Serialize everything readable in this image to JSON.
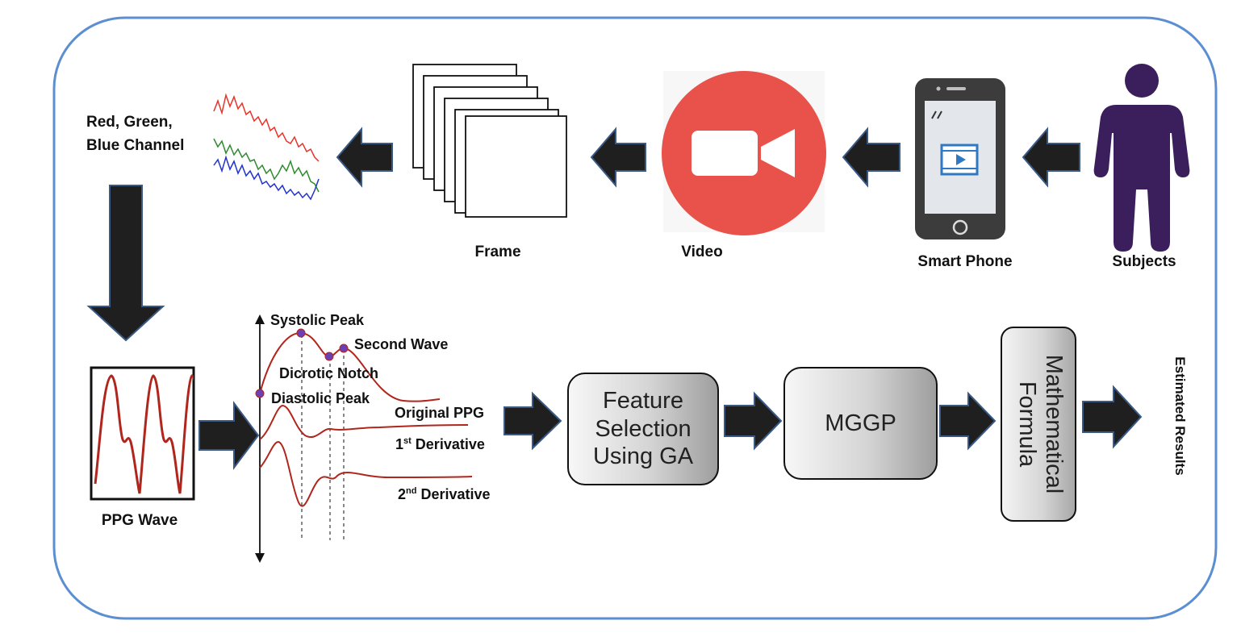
{
  "labels": {
    "rgb_line1": "Red, Green,",
    "rgb_line2": "Blue  Channel",
    "frame": "Frame",
    "video": "Video",
    "smart_phone": "Smart Phone",
    "subjects": "Subjects",
    "ppg_wave": "PPG Wave",
    "systolic_peak": "Systolic Peak",
    "second_wave": "Second Wave",
    "dicrotic_notch": "Dicrotic Notch",
    "diastolic_peak": "Diastolic Peak",
    "original_ppg": "Original PPG",
    "first_derivative": "1",
    "first_derivative_sup": "st",
    "first_derivative_rest": " Derivative",
    "second_derivative": "2",
    "second_derivative_sup": "nd",
    "second_derivative_rest": " Derivative",
    "estimated_results": "Estimated Results"
  },
  "boxes": {
    "feature_selection": "Feature\nSelection\nUsing GA",
    "mggp": "MGGP",
    "mathematical_formula": "Mathematical\nFormula"
  },
  "colors": {
    "border": "#5b8fd1",
    "arrow_fill": "#1f1f1f",
    "arrow_stroke": "#3a5a85",
    "video_circle": "#e8524a",
    "person": "#3b1e5c",
    "phone_body": "#3c3c3c",
    "ppg_red": "#b0261c",
    "signal_red": "#e8332a",
    "signal_green": "#2e8b2e",
    "signal_blue": "#2233cc",
    "marker": "#6c3fb5"
  },
  "icons": [
    "person-icon",
    "smartphone-icon",
    "video-camera-icon",
    "frames-stack-icon",
    "rgb-signal-icon",
    "ppg-wave-icon"
  ]
}
